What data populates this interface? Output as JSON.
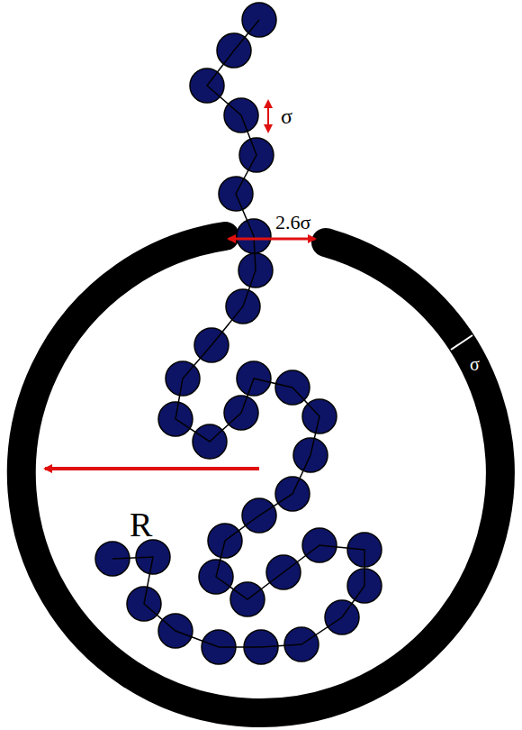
{
  "diagram": {
    "labels": [
      "σ",
      "2.6σ",
      "σ",
      "R"
    ]
  }
}
